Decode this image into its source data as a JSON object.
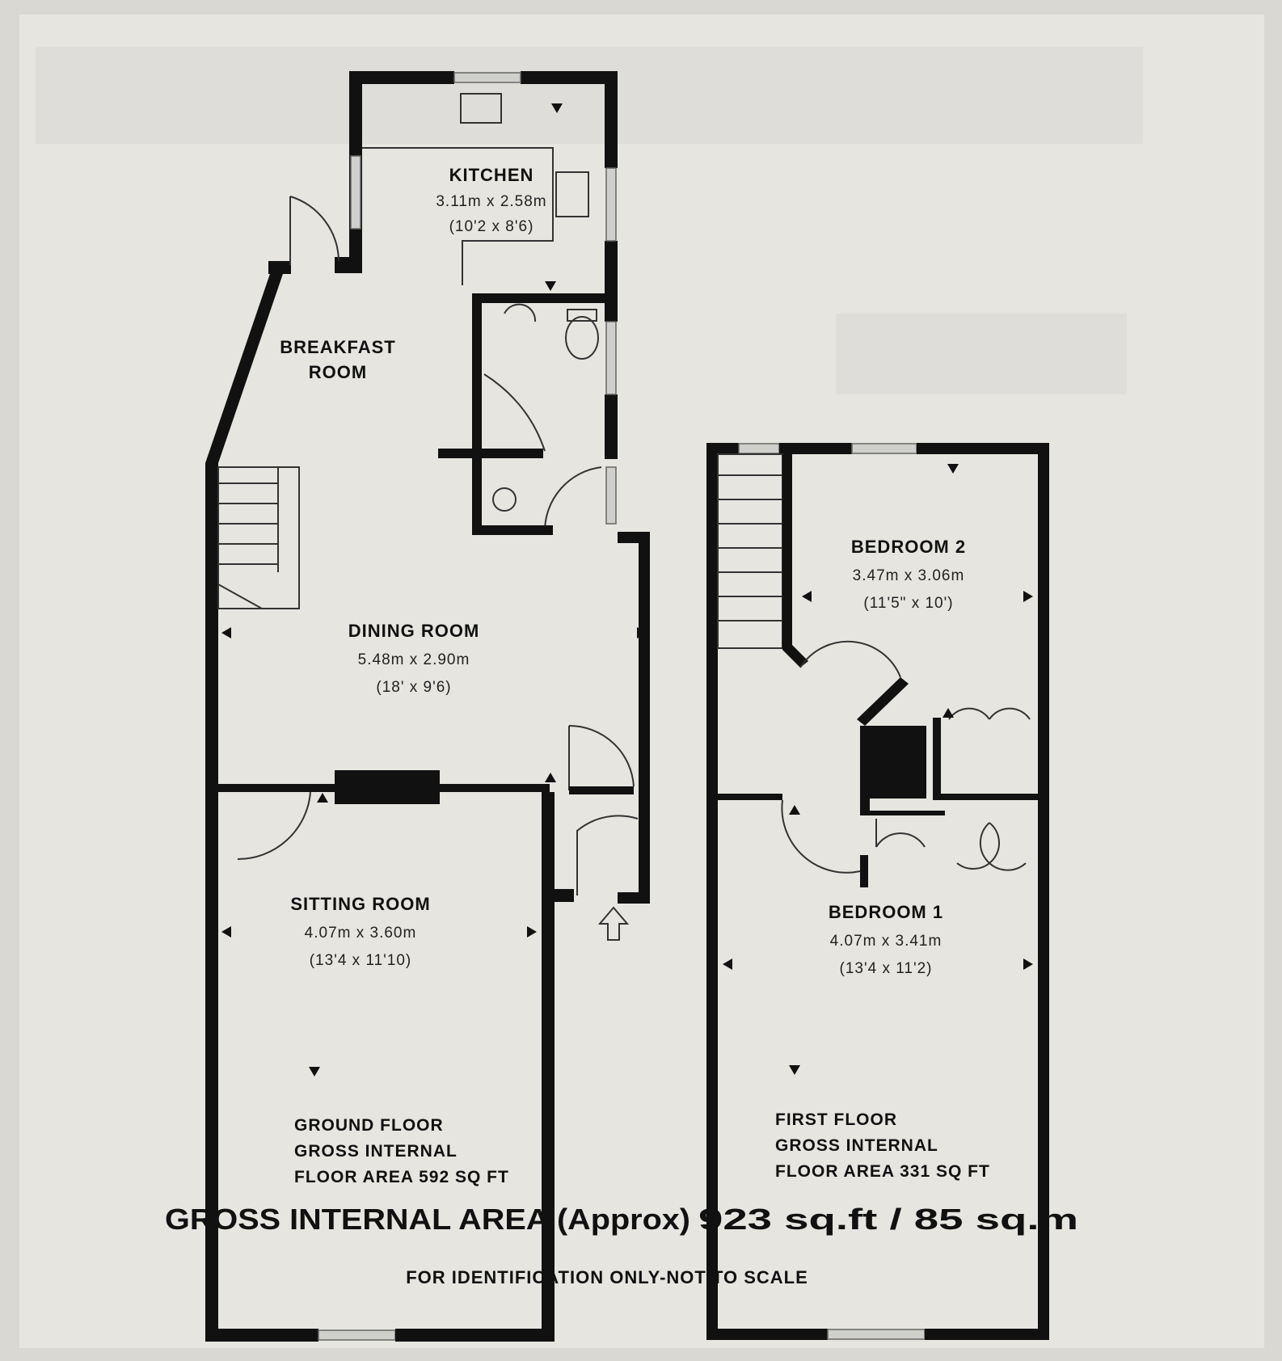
{
  "ground_floor": {
    "kitchen": {
      "name": "KITCHEN",
      "dim_m": "3.11m x 2.58m",
      "dim_ft": "(10'2 x 8'6)"
    },
    "breakfast": {
      "name_line1": "BREAKFAST",
      "name_line2": "ROOM"
    },
    "dining": {
      "name": "DINING ROOM",
      "dim_m": "5.48m x 2.90m",
      "dim_ft": "(18' x 9'6)"
    },
    "sitting": {
      "name": "SITTING ROOM",
      "dim_m": "4.07m x 3.60m",
      "dim_ft": "(13'4 x 11'10)"
    },
    "caption": [
      "GROUND FLOOR",
      "GROSS INTERNAL",
      "FLOOR AREA 592 SQ FT"
    ]
  },
  "first_floor": {
    "bedroom2": {
      "name": "BEDROOM 2",
      "dim_m": "3.47m x 3.06m",
      "dim_ft": "(11'5\" x 10')"
    },
    "bedroom1": {
      "name": "BEDROOM 1",
      "dim_m": "4.07m x 3.41m",
      "dim_ft": "(13'4 x 11'2)"
    },
    "caption": [
      "FIRST FLOOR",
      "GROSS INTERNAL",
      "FLOOR AREA 331 SQ FT"
    ]
  },
  "totals": {
    "label": "GROSS INTERNAL AREA (Approx)",
    "value": "923 sq.ft / 85 sq.m"
  },
  "disclaimer": "FOR IDENTIFICATION ONLY-NOT TO SCALE",
  "colors": {
    "wall": "#111111",
    "paper": "#e6e5e0",
    "window": "#cfcfcb"
  }
}
